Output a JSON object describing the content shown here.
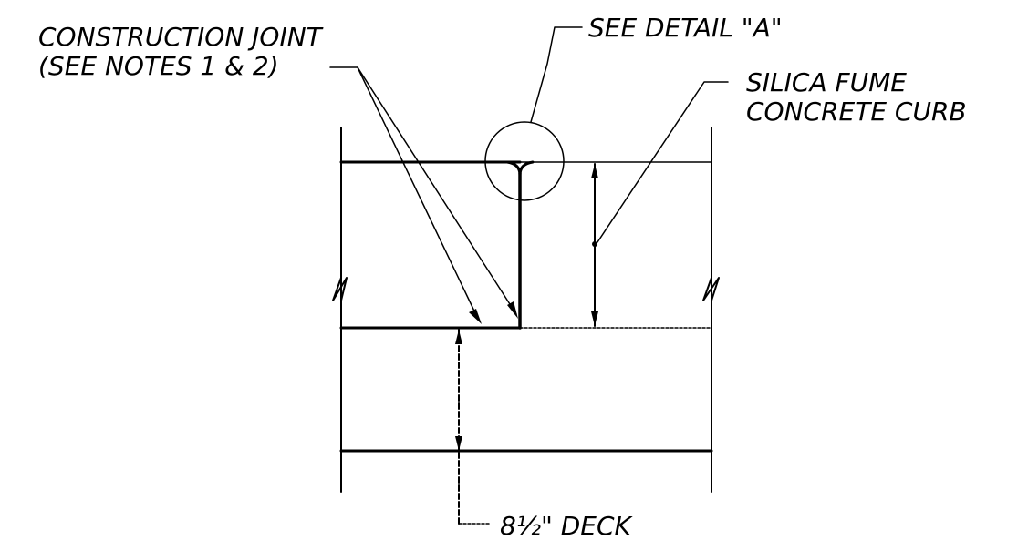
{
  "labels": {
    "construction_joint_line1": "CONSTRUCTION JOINT",
    "construction_joint_line2": "(SEE NOTES 1 & 2)",
    "see_detail": "SEE DETAIL \"A\"",
    "silica_line1": "SILICA FUME",
    "silica_line2": "CONCRETE CURB",
    "deck_prefix": "8",
    "deck_fraction": "½",
    "deck_suffix": "\" DECK"
  },
  "colors": {
    "line": "#000000",
    "background": "#ffffff"
  }
}
